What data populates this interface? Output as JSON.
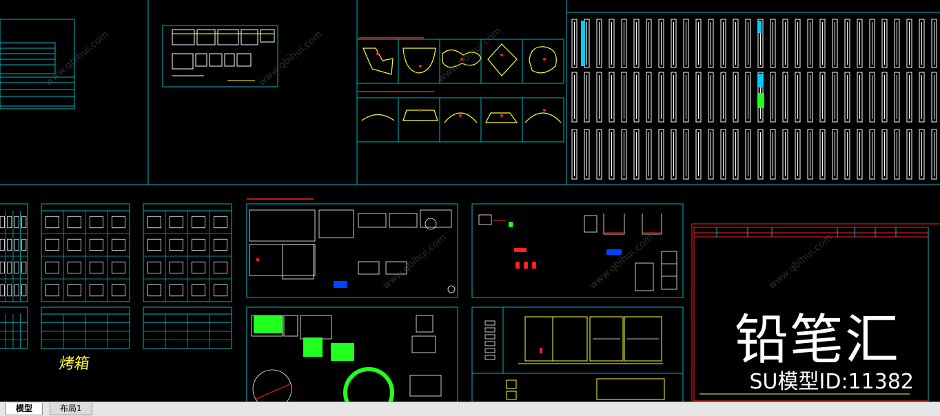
{
  "watermark": {
    "brand": "铅笔汇",
    "model_id": "SU模型ID:11382"
  },
  "drawing_labels": {
    "oven_label": "烤箱"
  },
  "tabs": [
    {
      "label": "模型",
      "active": true
    },
    {
      "label": "布局1",
      "active": false
    }
  ],
  "colors": {
    "frame": "#00c8c8",
    "linework": "#ffffff",
    "accent_red": "#ff2020",
    "accent_yellow": "#ffff33",
    "accent_green": "#20ff20"
  }
}
